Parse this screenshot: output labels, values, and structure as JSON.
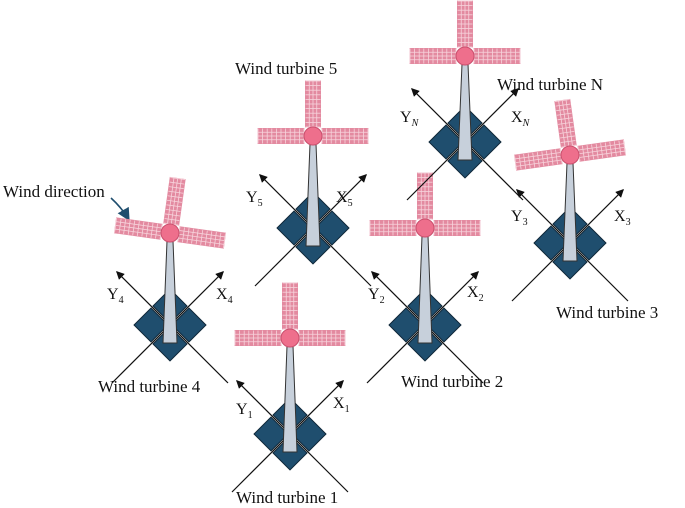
{
  "wind_direction_label": "Wind direction",
  "colors": {
    "foundation": "#1f4e6e",
    "tower": "#c7d0db",
    "blade": "#e38aa0",
    "blade_grid": "#f7d4dc",
    "hub": "#ee6f8c",
    "axis": "#111111",
    "wind_arrow": "#1f4e6e"
  },
  "turbines": [
    {
      "label": "Wind turbine 1",
      "x_axis": "X",
      "x_sub": "1",
      "y_axis": "Y",
      "y_sub": "1"
    },
    {
      "label": "Wind turbine 2",
      "x_axis": "X",
      "x_sub": "2",
      "y_axis": "Y",
      "y_sub": "2"
    },
    {
      "label": "Wind turbine 3",
      "x_axis": "X",
      "x_sub": "3",
      "y_axis": "Y",
      "y_sub": "3"
    },
    {
      "label": "Wind turbine 4",
      "x_axis": "X",
      "x_sub": "4",
      "y_axis": "Y",
      "y_sub": "4"
    },
    {
      "label": "Wind turbine 5",
      "x_axis": "X",
      "x_sub": "5",
      "y_axis": "Y",
      "y_sub": "5"
    },
    {
      "label": "Wind turbine N",
      "x_axis": "X",
      "x_sub": "N",
      "y_axis": "Y",
      "y_sub": "N"
    }
  ]
}
